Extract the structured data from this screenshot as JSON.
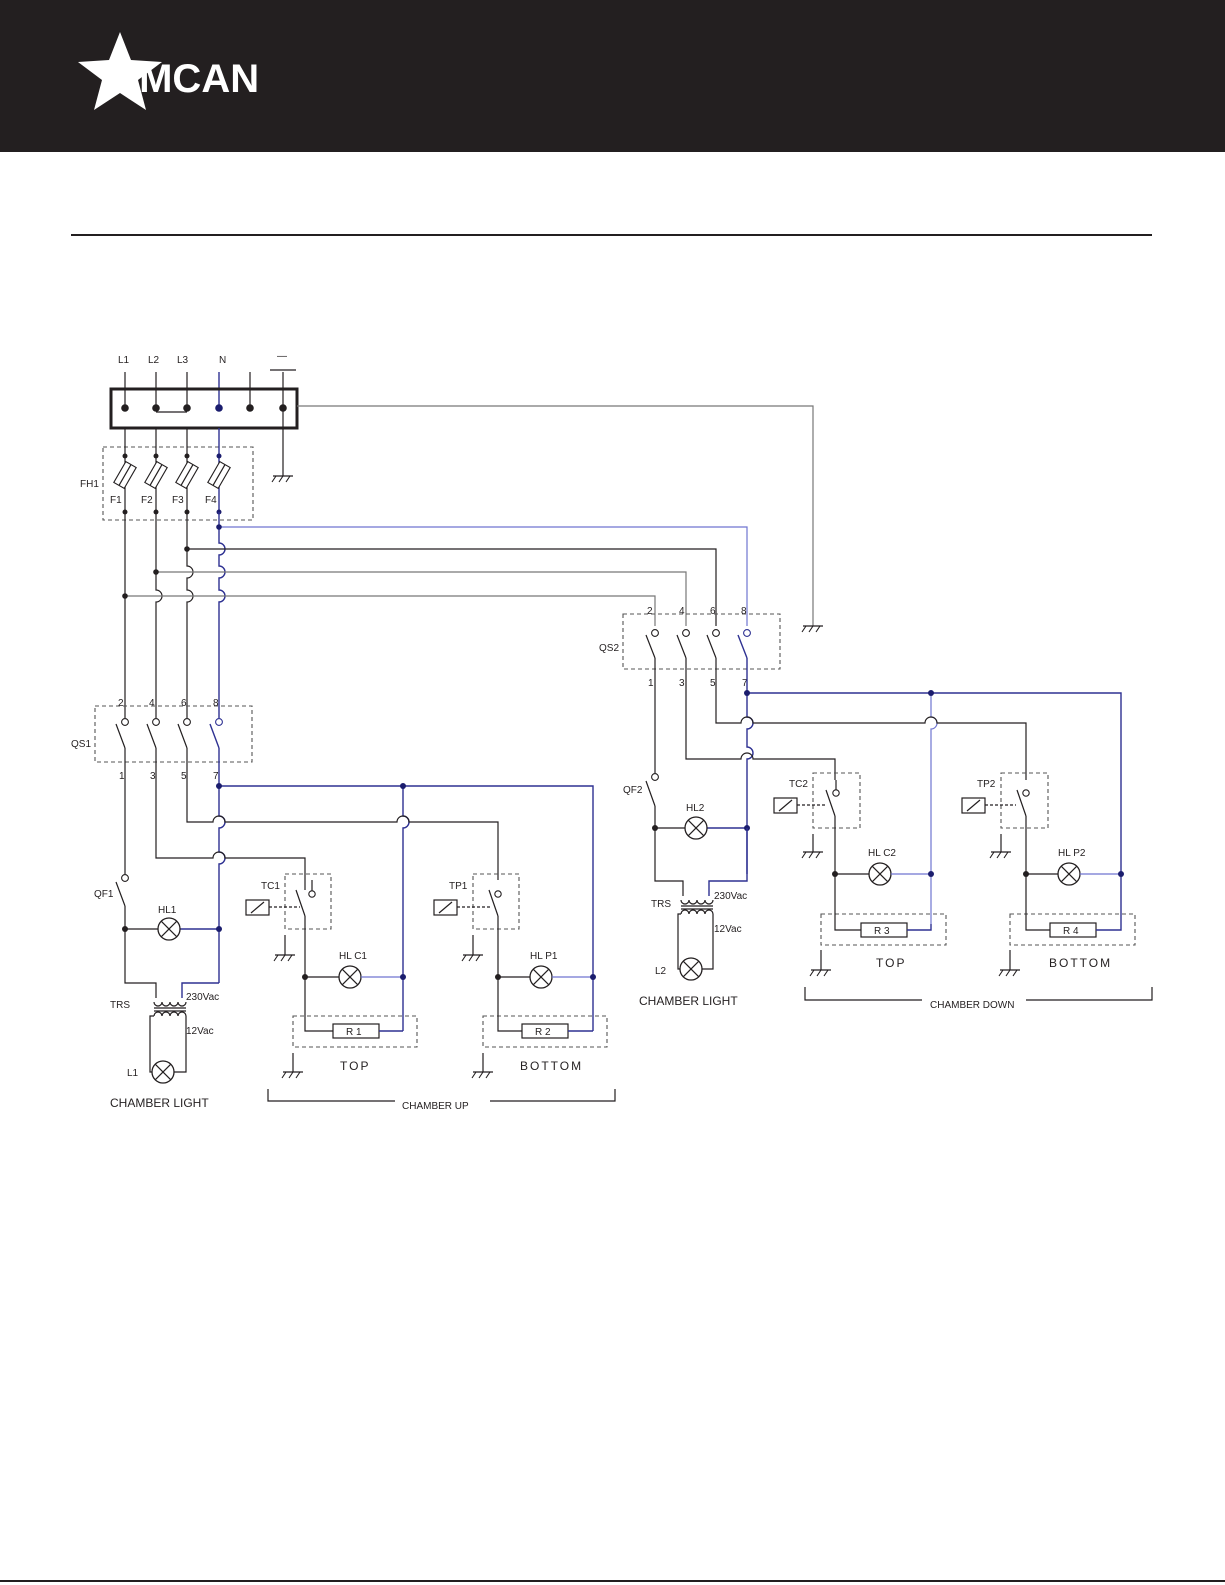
{
  "brand": {
    "name": "OMCAN",
    "header_color": "#231f20"
  },
  "colors": {
    "wire": "#231f20",
    "neutral_wire": "#2e3192",
    "ground_wire": "#777777"
  },
  "diagram": {
    "mains": {
      "l1": "L1",
      "l2": "L2",
      "l3": "L3",
      "n": "N",
      "ground_symbol": "—"
    },
    "fuse_holder": {
      "label": "FH1",
      "f1": "F1",
      "f2": "F2",
      "f3": "F3",
      "f4": "F4"
    },
    "qs1": {
      "label": "QS1",
      "t2": "2",
      "t4": "4",
      "t6": "6",
      "t8": "8",
      "t1": "1",
      "t3": "3",
      "t5": "5",
      "t7": "7"
    },
    "qs2": {
      "label": "QS2",
      "t2": "2",
      "t4": "4",
      "t6": "6",
      "t8": "8",
      "t1": "1",
      "t3": "3",
      "t5": "5",
      "t7": "7"
    },
    "chamber_up": {
      "qf": "QF1",
      "hl": "HL1",
      "trs": "TRS",
      "v_primary": "230Vac",
      "v_secondary": "12Vac",
      "lamp": "L1",
      "light_caption": "CHAMBER LIGHT",
      "tc": "TC1",
      "hlc": "HL C1",
      "r_top": "R 1",
      "top_label": "TOP",
      "tp": "TP1",
      "hlp": "HL P1",
      "r_bottom": "R 2",
      "bottom_label": "BOTTOM",
      "bracket_label": "CHAMBER UP"
    },
    "chamber_down": {
      "qf": "QF2",
      "hl": "HL2",
      "trs": "TRS",
      "v_primary": "230Vac",
      "v_secondary": "12Vac",
      "lamp": "L2",
      "light_caption": "CHAMBER LIGHT",
      "tc": "TC2",
      "hlc": "HL C2",
      "r_top": "R 3",
      "top_label": "TOP",
      "tp": "TP2",
      "hlp": "HL P2",
      "r_bottom": "R 4",
      "bottom_label": "BOTTOM",
      "bracket_label": "CHAMBER DOWN"
    }
  }
}
